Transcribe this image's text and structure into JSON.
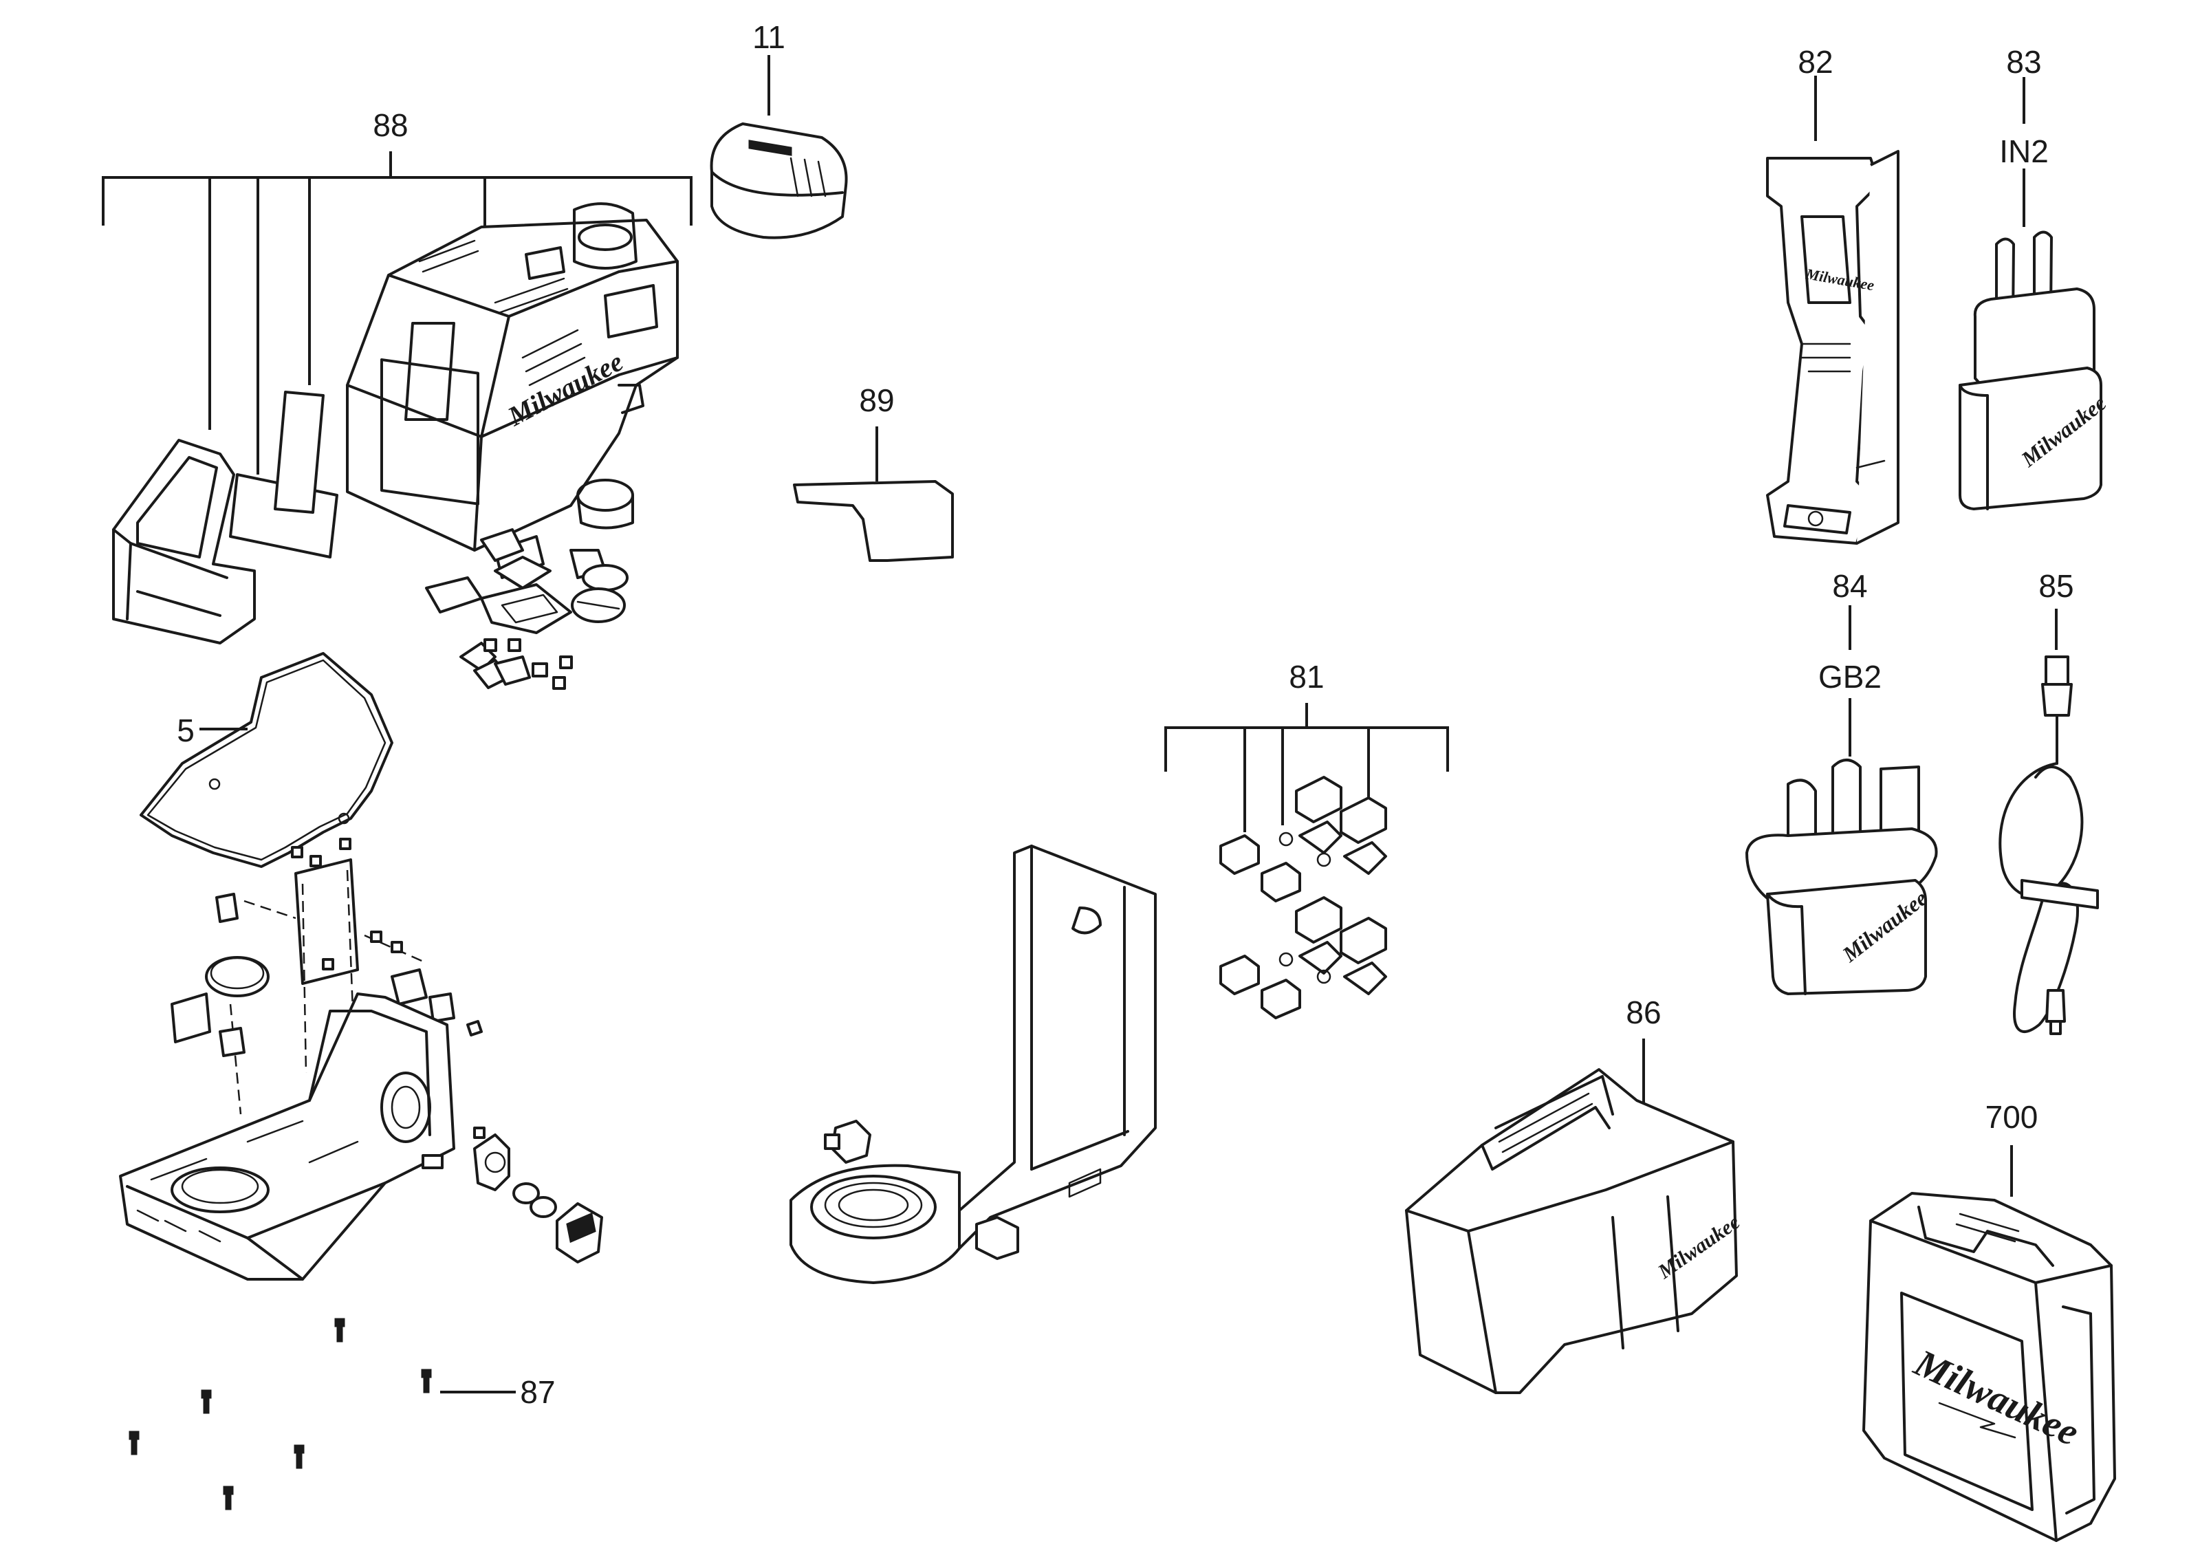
{
  "callouts": {
    "c11": "11",
    "c88": "88",
    "c89": "89",
    "c82": "82",
    "c83": "83",
    "c83_sub": "IN2",
    "c84": "84",
    "c84_sub": "GB2",
    "c85": "85",
    "c81": "81",
    "c5": "5",
    "c86": "86",
    "c700": "700",
    "c87": "87"
  },
  "brand_marks": {
    "laser_housing": "Milwaukee",
    "holder": "Milwaukee",
    "charger_eu": "Milwaukee",
    "charger_uk": "Milwaukee",
    "pouch": "Milwaukee",
    "carry_case": "Milwaukee"
  }
}
